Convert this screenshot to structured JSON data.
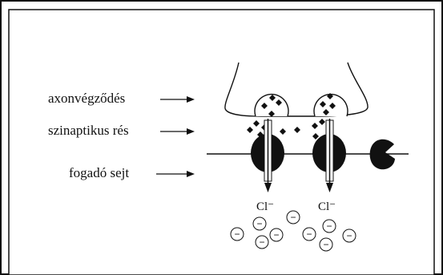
{
  "labels": {
    "axon": "axonvégződés",
    "cleft": "szinaptikus rés",
    "receiver": "fogadó sejt"
  },
  "ions": {
    "left": "Cl⁻",
    "right": "Cl⁻",
    "anion_symbol": "−"
  }
}
